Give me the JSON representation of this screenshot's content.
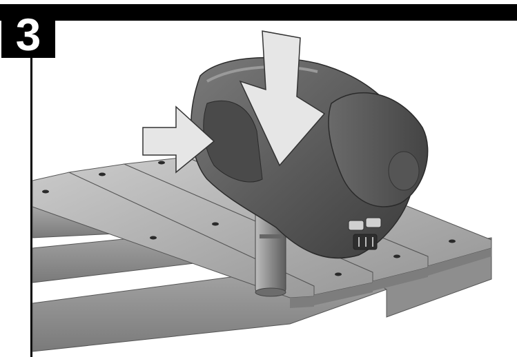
{
  "step": {
    "number": "3"
  },
  "illustration": {
    "subject": "tool-pressed-onto-deck-boards",
    "arrows": [
      "push-forward-arrow",
      "press-down-arrow"
    ],
    "colors": {
      "frame": "#000000",
      "wood_light": "#b4b4b4",
      "wood_dark": "#8a8a8a",
      "tool_body": "#5e5e5e",
      "tool_dark": "#3a3a3a",
      "arrow_fill": "#e6e6e6"
    }
  }
}
